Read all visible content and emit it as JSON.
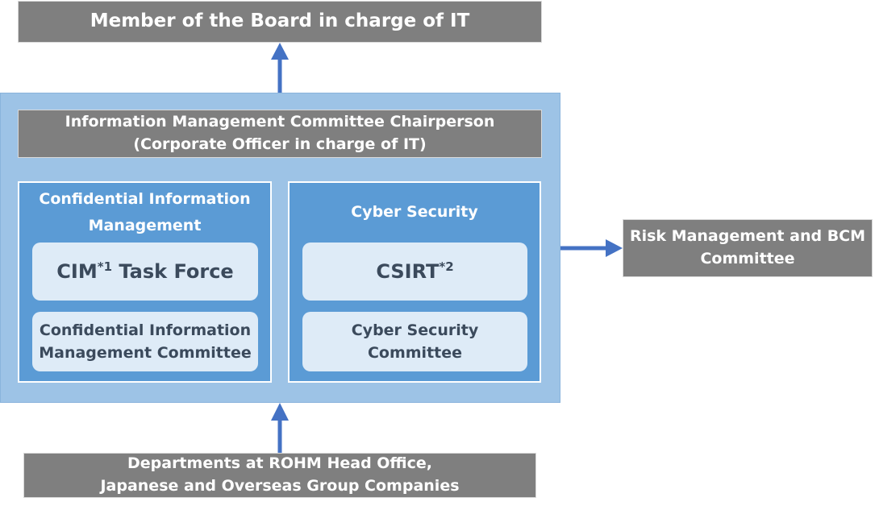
{
  "top_box": {
    "text": "Member of the Board in charge of IT"
  },
  "chair_box": {
    "line1": "Information Management Committee Chairperson",
    "line2": "(Corporate Officer in charge of IT)"
  },
  "left_panel": {
    "title_line1": "Confidential Information",
    "title_line2": "Management",
    "task_force": {
      "name": "CIM",
      "sup": "*1",
      "suffix": " Task Force"
    },
    "committee": {
      "line1": "Confidential Information",
      "line2": "Management Committee"
    }
  },
  "right_panel": {
    "title": "Cyber Security",
    "csirt": {
      "name": "CSIRT",
      "sup": "*2"
    },
    "committee": {
      "line1": "Cyber Security",
      "line2": "Committee"
    }
  },
  "risk_box": {
    "line1": "Risk Management and BCM",
    "line2": "Committee"
  },
  "bottom_box": {
    "line1": "Departments at ROHM Head Office,",
    "line2": "Japanese and Overseas Group Companies"
  },
  "colors": {
    "gray_box": "#7f7f7f",
    "outer_panel": "#9dc3e6",
    "inner_panel": "#5b9bd5",
    "light_box": "#deebf7",
    "arrow": "#4472c4"
  }
}
